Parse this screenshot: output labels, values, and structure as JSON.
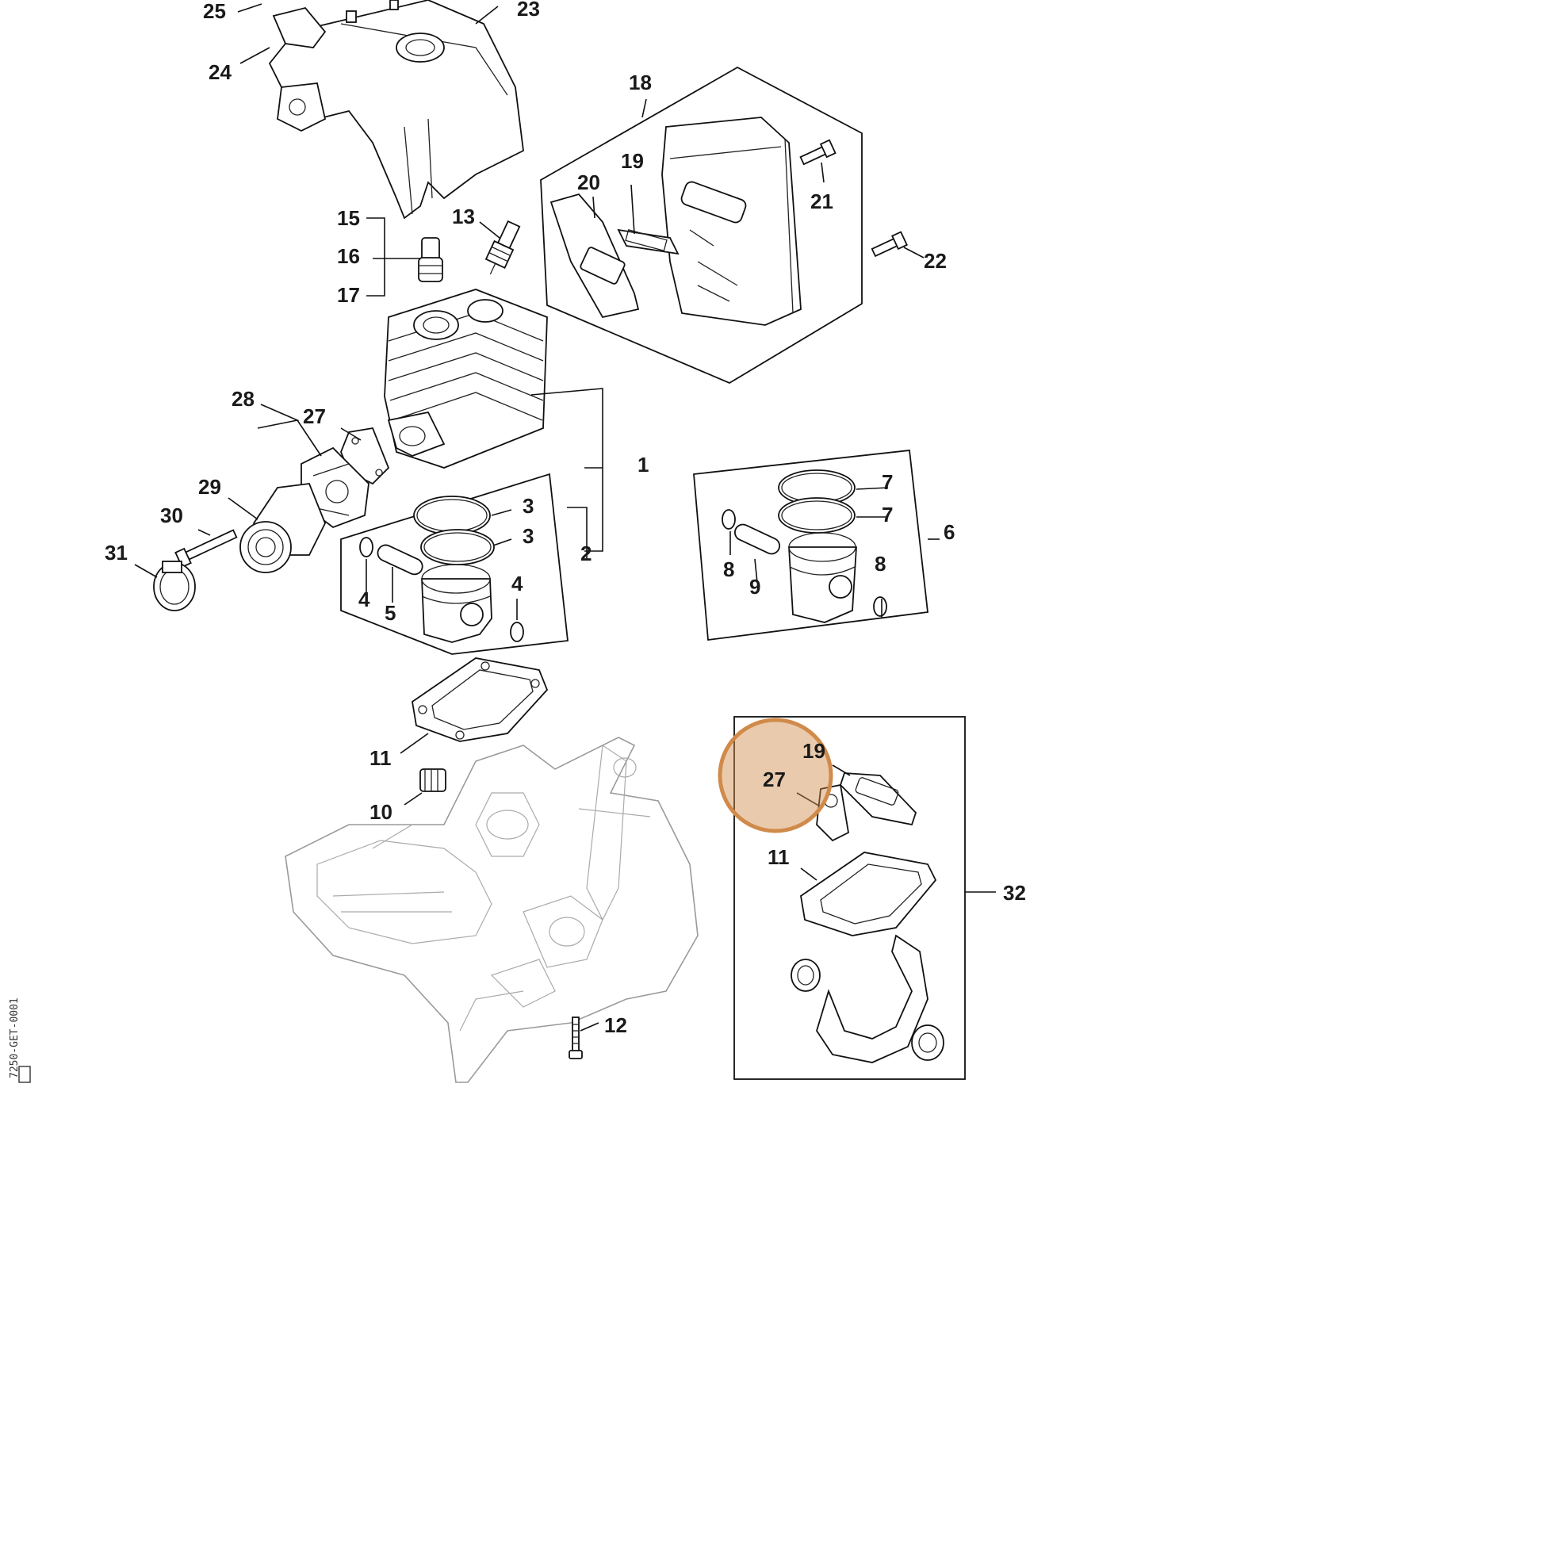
{
  "highlight_color": "#d08a4a",
  "drawing_code": "7250-GET-0001",
  "labels": {
    "p1": "1",
    "p2": "2",
    "p3a": "3",
    "p3b": "3",
    "p4a": "4",
    "p4b": "4",
    "p5": "5",
    "p6": "6",
    "p7a": "7",
    "p7b": "7",
    "p8a": "8",
    "p8b": "8",
    "p9": "9",
    "p10": "10",
    "p11a": "11",
    "p11b": "11",
    "p12": "12",
    "p13": "13",
    "p15": "15",
    "p16": "16",
    "p17": "17",
    "p18": "18",
    "p19a": "19",
    "p19b": "19",
    "p20": "20",
    "p21": "21",
    "p22": "22",
    "p23": "23",
    "p24": "24",
    "p25": "25",
    "p27a": "27",
    "p27b": "27",
    "p28": "28",
    "p29": "29",
    "p30": "30",
    "p31": "31",
    "p32": "32"
  }
}
